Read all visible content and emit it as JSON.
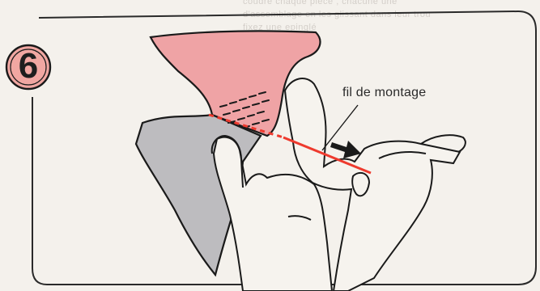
{
  "figure": {
    "step_number": "6",
    "callout_label": "fil de montage",
    "background_bleed_text": [
      "coudre chaque pièce , chacune une",
      "d'assemblage en les glissant dans leur trou",
      "fixez une epinglé"
    ]
  },
  "colors": {
    "pink_piece": "#efa3a5",
    "grey_piece": "#bdbcbf",
    "cord_red": "#ee3a2e",
    "outline": "#1a1a1a",
    "badge_fill": "#f1a7a2",
    "background": "#f4f1ec"
  }
}
